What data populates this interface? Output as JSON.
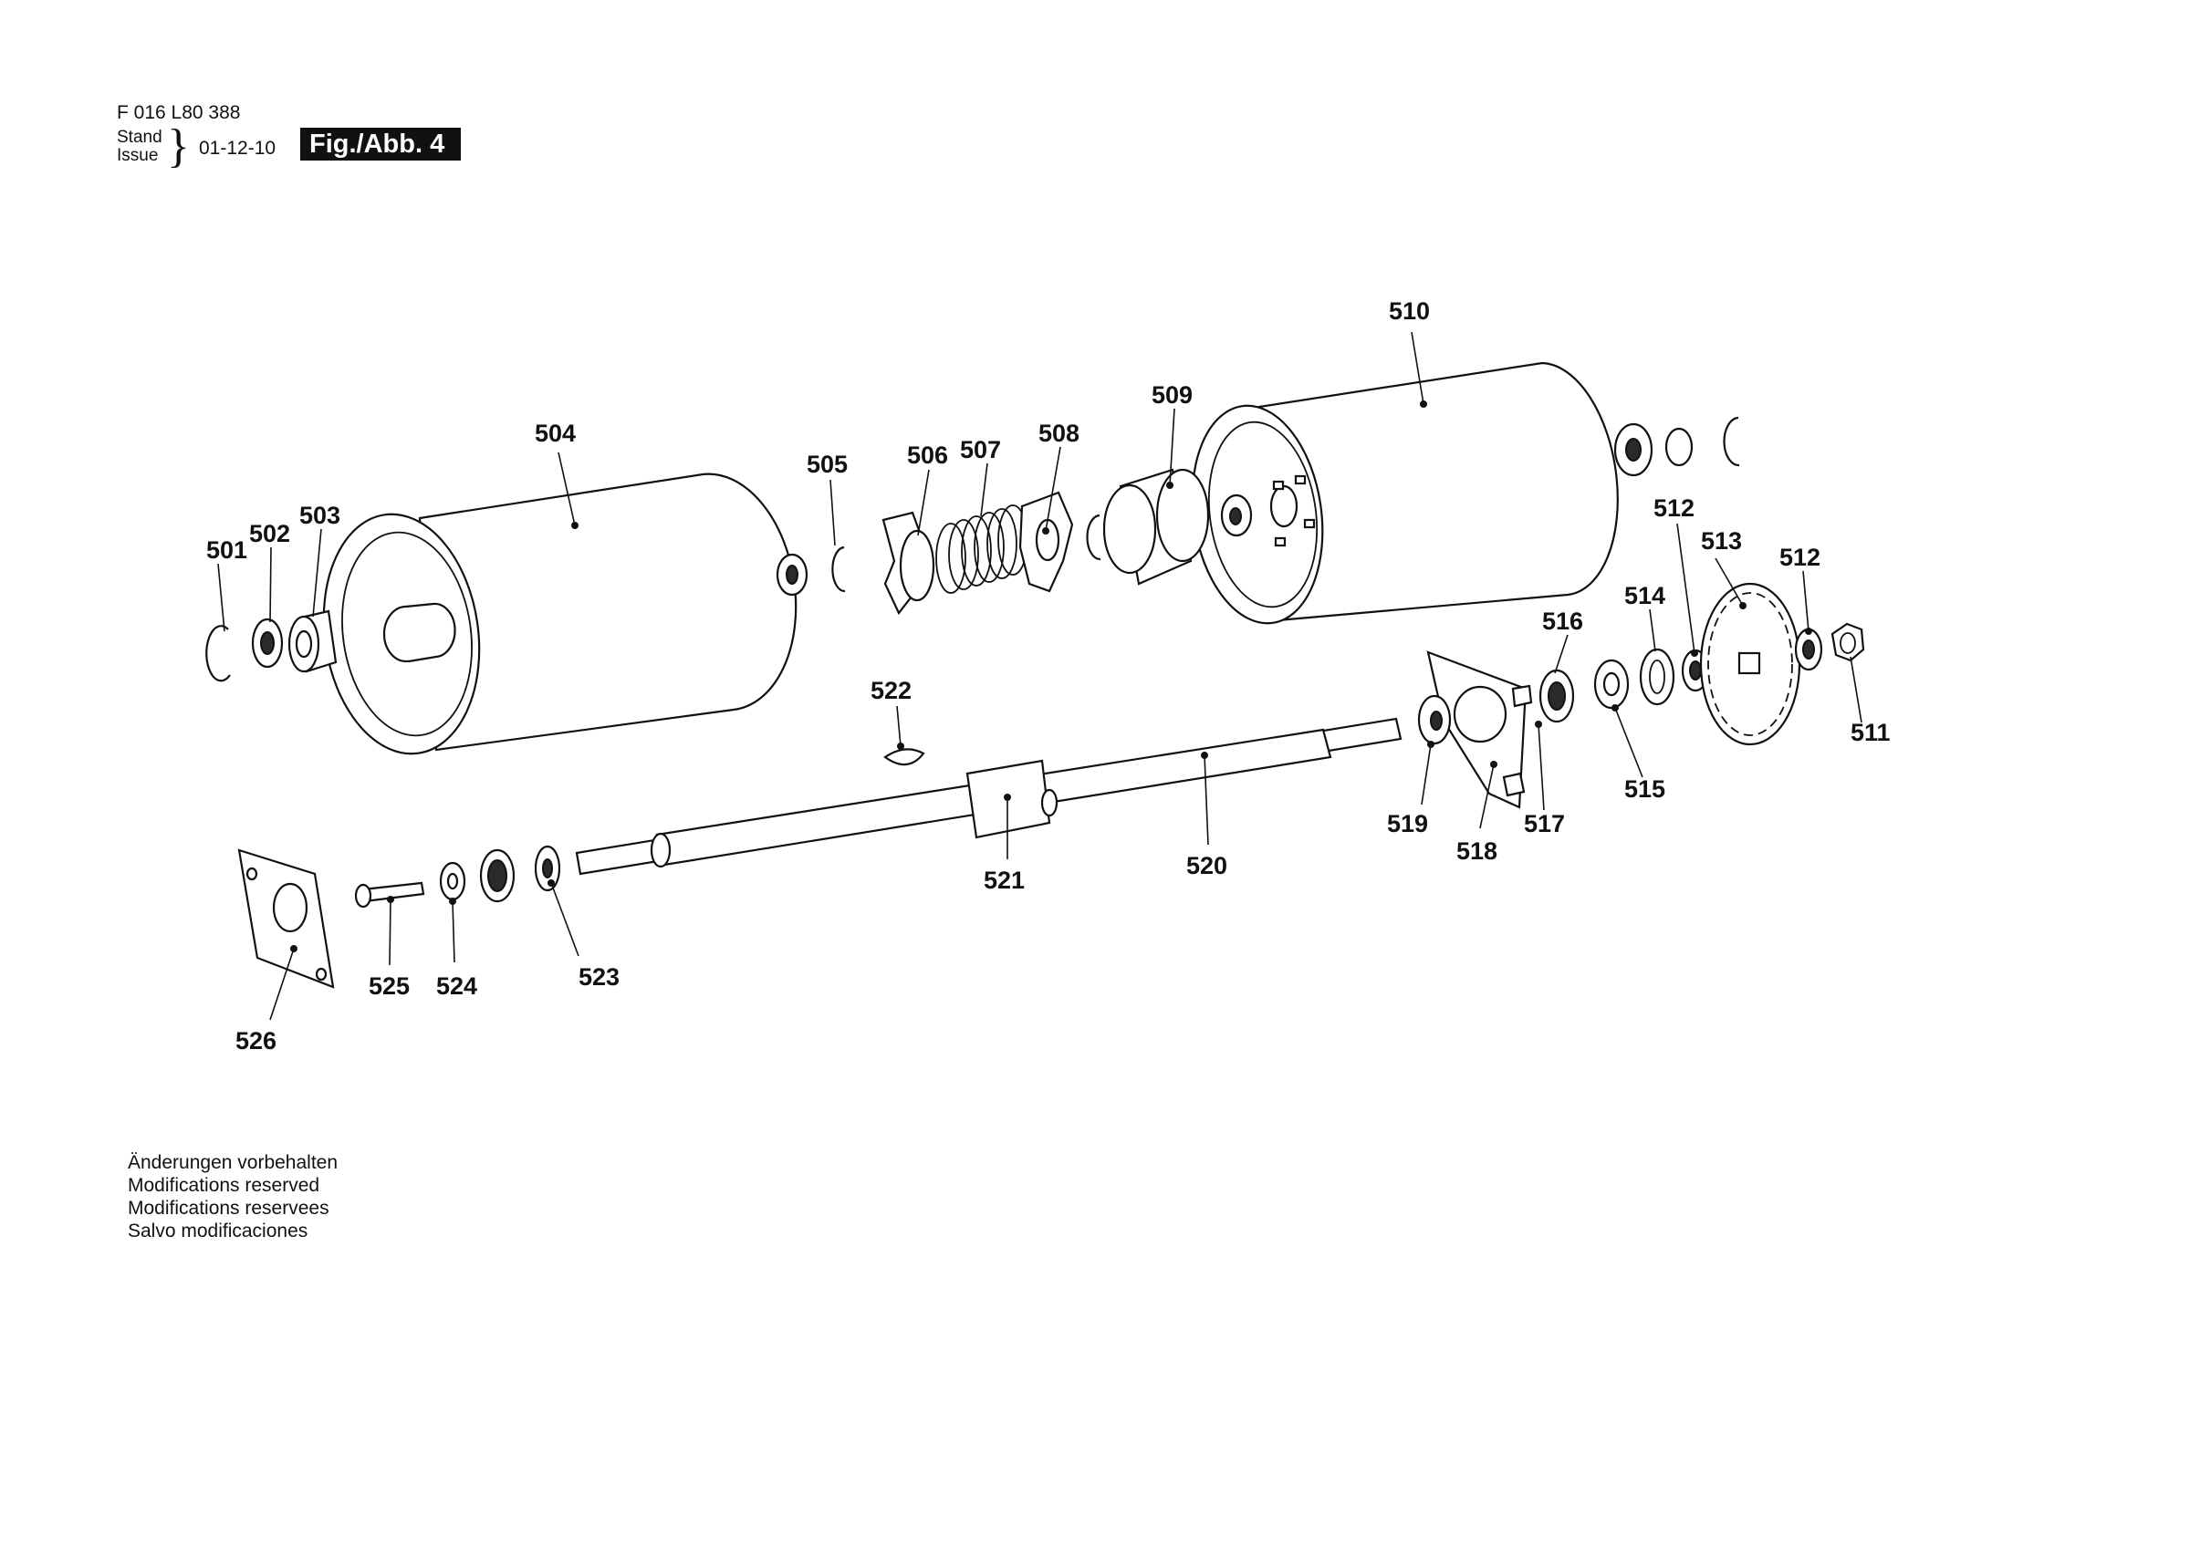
{
  "header": {
    "doc_number": "F 016 L80 388",
    "stand_label": "Stand",
    "issue_label": "Issue",
    "issue_date": "01-12-10",
    "figure_label": "Fig./Abb. 4"
  },
  "notes": [
    "Änderungen vorbehalten",
    "Modifications reserved",
    "Modifications reservees",
    "Salvo modificaciones"
  ],
  "callouts": [
    "501",
    "502",
    "503",
    "504",
    "505",
    "506",
    "507",
    "508",
    "509",
    "510",
    "511",
    "512",
    "512",
    "513",
    "514",
    "515",
    "516",
    "517",
    "518",
    "519",
    "520",
    "521",
    "522",
    "523",
    "524",
    "525",
    "526"
  ]
}
